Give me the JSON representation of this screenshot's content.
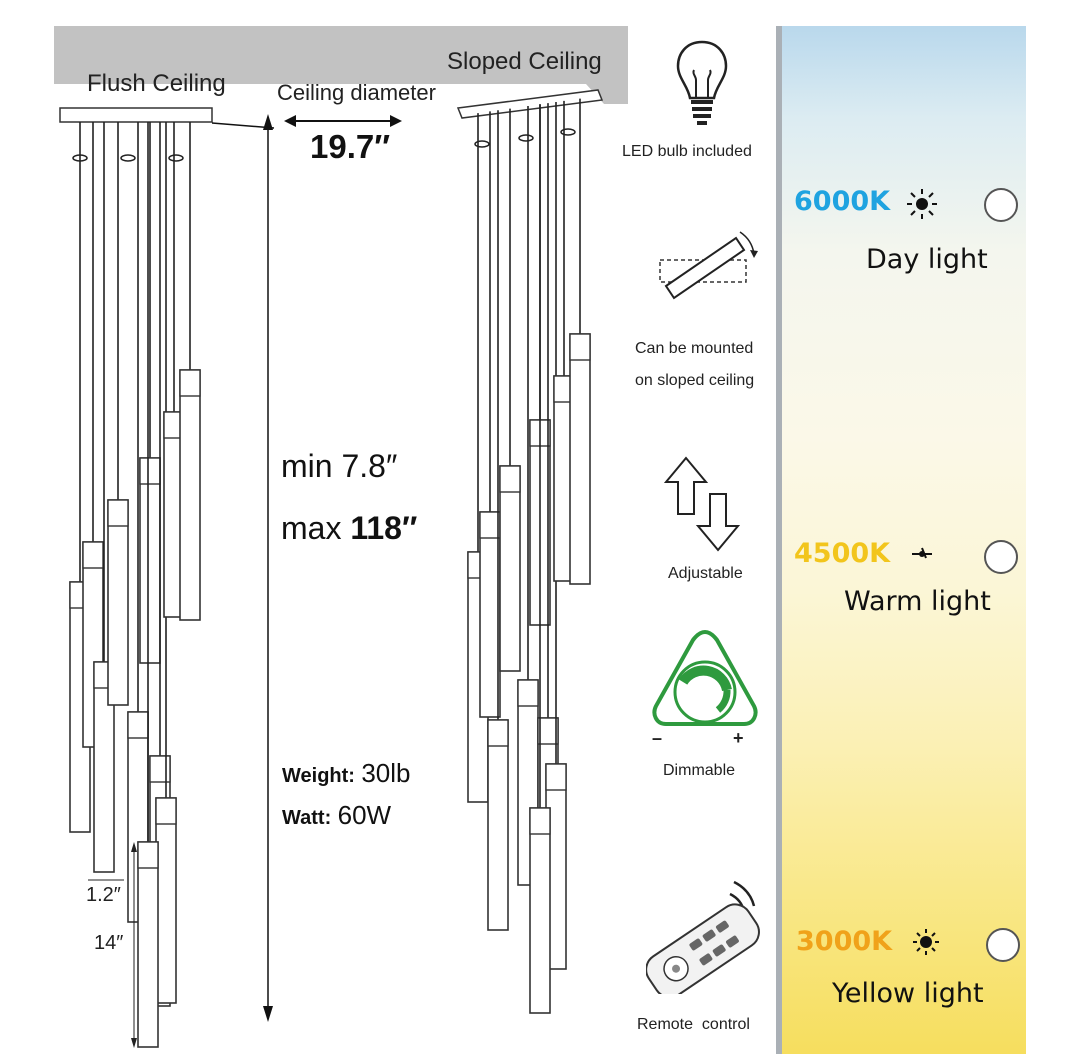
{
  "ceiling": {
    "flush_label": "Flush Ceiling",
    "sloped_label": "Sloped Ceiling",
    "diameter_label": "Ceiling diameter",
    "diameter_value": "19.7″"
  },
  "height": {
    "min_prefix": "min",
    "min_value": "7.8″",
    "max_prefix": "max",
    "max_value": "118″"
  },
  "specs": {
    "weight_label": "Weight:",
    "weight_value": "30lb",
    "watt_label": "Watt:",
    "watt_value": "60W"
  },
  "tube": {
    "width": "1.2″",
    "length": "14″"
  },
  "features": [
    {
      "label": "LED bulb included",
      "icon": "light-bulb-icon"
    },
    {
      "label_line1": "Can be mounted",
      "label_line2": "on sloped ceiling",
      "icon": "sloped-mount-icon"
    },
    {
      "label": "Adjustable",
      "icon": "up-down-arrows-icon"
    },
    {
      "label": "Dimmable",
      "icon": "dimmer-icon",
      "minus": "–",
      "plus": "+"
    },
    {
      "label": "Remote  control",
      "icon": "remote-control-icon"
    }
  ],
  "color_temps": [
    {
      "kelvin": "6000K",
      "name": "Day light",
      "color": "#1fa3e0"
    },
    {
      "kelvin": "4500K",
      "name": "Warm light",
      "color": "#f2c51c"
    },
    {
      "kelvin": "3000K",
      "name": "Yellow light",
      "color": "#f0a21a"
    }
  ],
  "colors": {
    "ceiling_gray": "#c2c2c2",
    "dimmer_green": "#2e9a3e"
  }
}
